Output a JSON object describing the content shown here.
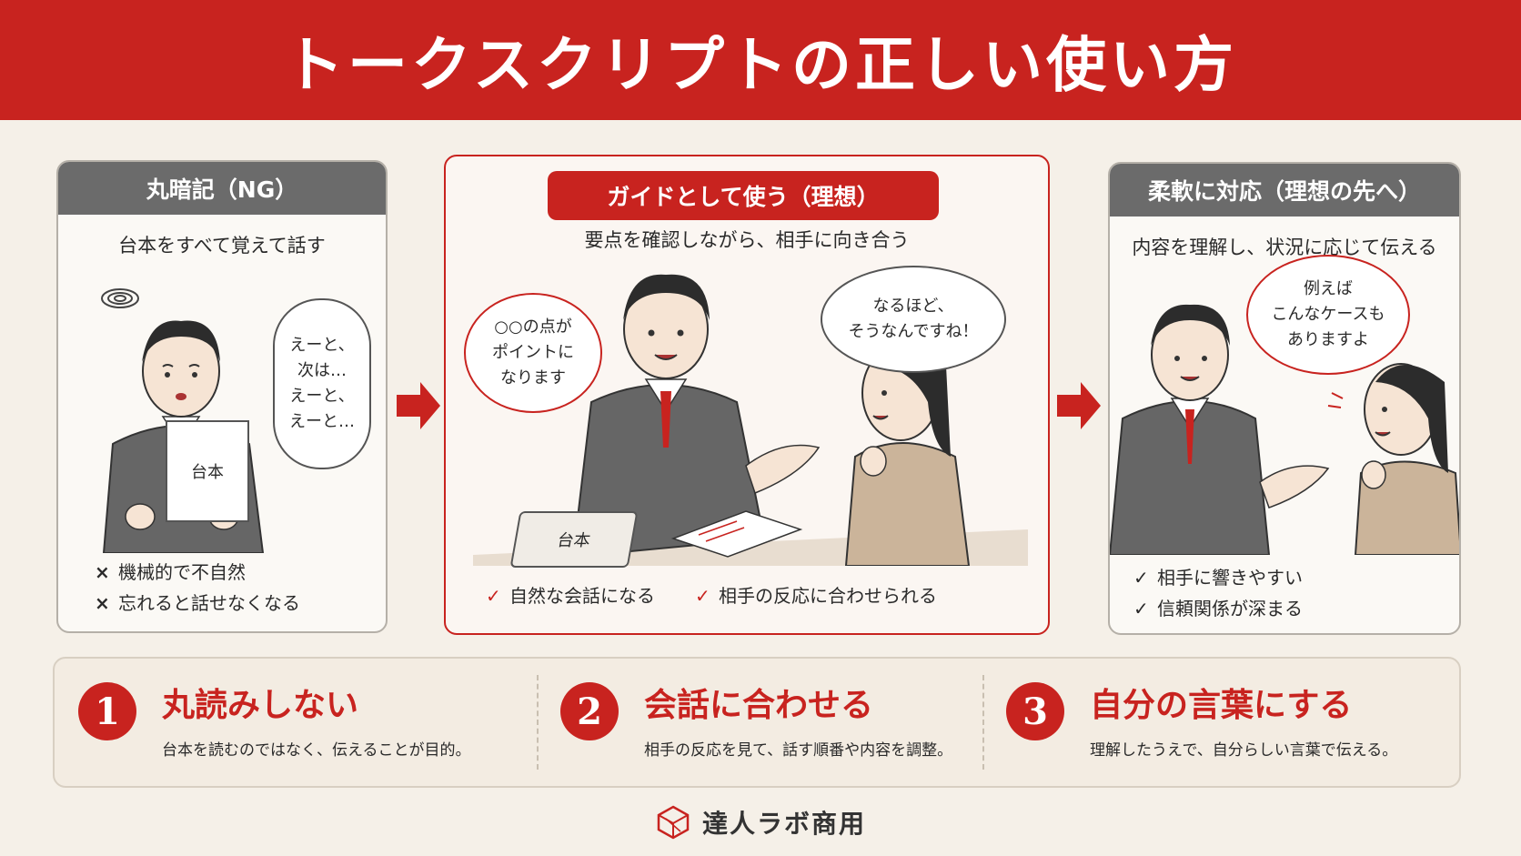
{
  "title": "トークスクリプトの正しい使い方",
  "panels": {
    "ng": {
      "header": "丸暗記（NG）",
      "subtitle": "台本をすべて覚えて話す",
      "bubble": "えーと、\n次は…\nえーと、\nえーと…",
      "sheet_label": "台本",
      "points": [
        {
          "mark": "×",
          "text": "機械的で不自然"
        },
        {
          "mark": "×",
          "text": "忘れると話せなくなる"
        }
      ]
    },
    "ideal": {
      "header": "ガイドとして使う（理想）",
      "subtitle": "要点を確認しながら、相手に向き合う",
      "bubble_left": "○○の点が\nポイントに\nなります",
      "bubble_right": "なるほど、\nそうなんですね！",
      "laptop_label": "台本",
      "points": [
        {
          "mark": "✓",
          "text": "自然な会話になる"
        },
        {
          "mark": "✓",
          "text": "相手の反応に合わせられる"
        }
      ]
    },
    "flex": {
      "header": "柔軟に対応（理想の先へ）",
      "subtitle": "内容を理解し、状況に応じて伝える",
      "bubble": "例えば\nこんなケースも\nありますよ",
      "points": [
        {
          "mark": "✓",
          "text": "相手に響きやすい"
        },
        {
          "mark": "✓",
          "text": "信頼関係が深まる"
        }
      ]
    }
  },
  "tips": [
    {
      "num": "1",
      "title": "丸読みしない",
      "desc": "台本を読むのではなく、伝えることが目的。"
    },
    {
      "num": "2",
      "title": "会話に合わせる",
      "desc": "相手の反応を見て、話す順番や内容を調整。"
    },
    {
      "num": "3",
      "title": "自分の言葉にする",
      "desc": "理解したうえで、自分らしい言葉で伝える。"
    }
  ],
  "brand": "達人ラボ商用",
  "colors": {
    "accent": "#c8231f",
    "panel_header_gray": "#6b6b6b",
    "background": "#f5f0e8"
  }
}
